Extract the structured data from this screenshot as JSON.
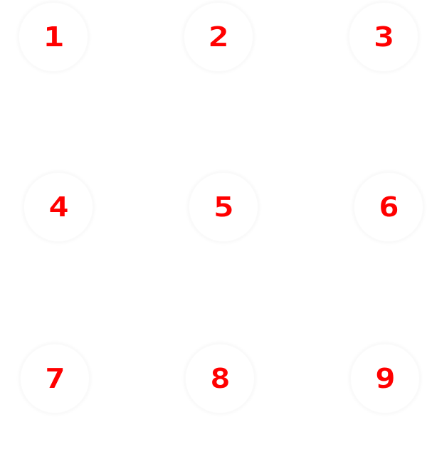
{
  "keypad": {
    "keys": [
      {
        "label": "1"
      },
      {
        "label": "2"
      },
      {
        "label": "3"
      },
      {
        "label": "4"
      },
      {
        "label": "5"
      },
      {
        "label": "6"
      },
      {
        "label": "7"
      },
      {
        "label": "8"
      },
      {
        "label": "9"
      }
    ],
    "colors": {
      "digit": "#ff0000",
      "key_background": "#ffffff"
    }
  }
}
